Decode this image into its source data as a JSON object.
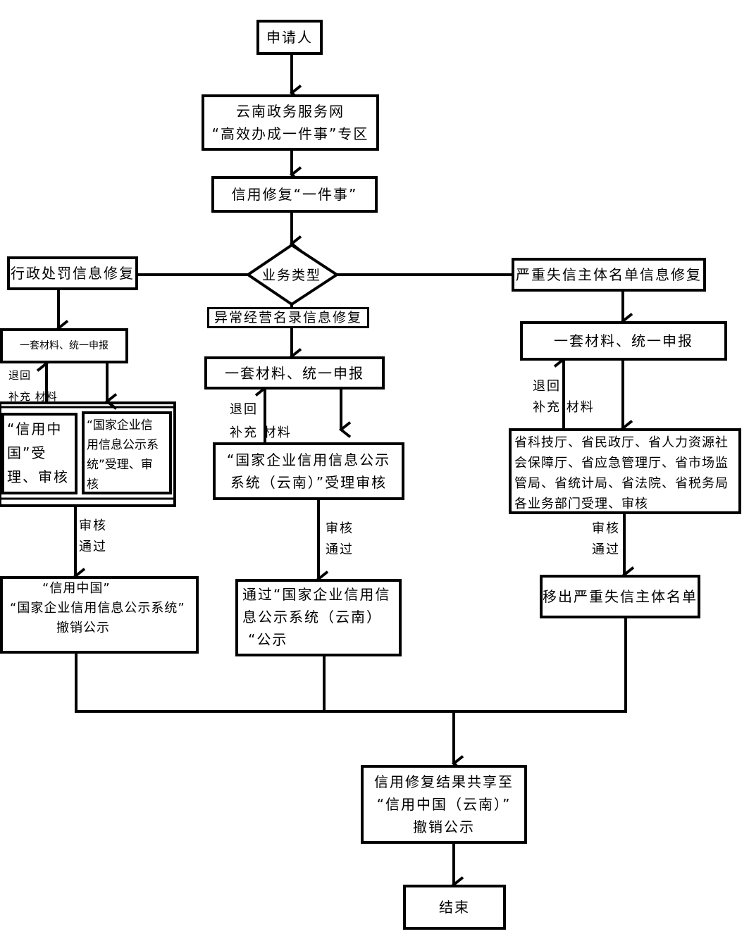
{
  "nodes": {
    "applicant": "申请人",
    "portal_line1": "云南政务服务网",
    "portal_line2": "“高效办成一件事”专区",
    "credit_repair": "信用修复“一件事”",
    "business_type": "业务类型",
    "admin_penalty": "行政处罚信息修复",
    "abnormal_operation": "异常经营名录信息修复",
    "serious_dishonesty": "严重失信主体名单信息修复",
    "submit_left": "一套材料、统一申报",
    "submit_middle": "一套材料、统一申报",
    "submit_right": "一套材料、统一申报",
    "left_review_a": [
      "“信用中",
      "国”受",
      "理、审核"
    ],
    "left_review_b": [
      "“国家企业信",
      "用信息公示系",
      "统”受理、审",
      "核"
    ],
    "middle_review": [
      "“国家企业信用信息公示",
      "系统（云南）”受理审核"
    ],
    "right_review": [
      "省科技厅、省民政厅、省人力资源社",
      "会保障厅、省应急管理厅、省市场监",
      "管局、省统计局、省法院、省税务局",
      "各业务部门受理、审核"
    ],
    "left_publish": [
      "“信用中国”",
      "“国家企业信用信息公示系统”",
      "撤销公示"
    ],
    "middle_publish": [
      "通过“国家企业信用信",
      "息公示系统（云南）",
      "“公示"
    ],
    "right_publish": "移出严重失信主体名单",
    "share": [
      "信用修复结果共享至",
      "“信用中国（云南）”",
      "撤销公示"
    ],
    "end": "结束"
  },
  "labels": {
    "return_left": [
      "退回",
      "补充 材料"
    ],
    "return_middle": [
      "退回",
      "补充 材料"
    ],
    "return_right": [
      "退回",
      "补充 材料"
    ],
    "pass_left": [
      "审核",
      "通过"
    ],
    "pass_middle": [
      "审核",
      "通过"
    ],
    "pass_right": [
      "审核",
      "通过"
    ]
  }
}
